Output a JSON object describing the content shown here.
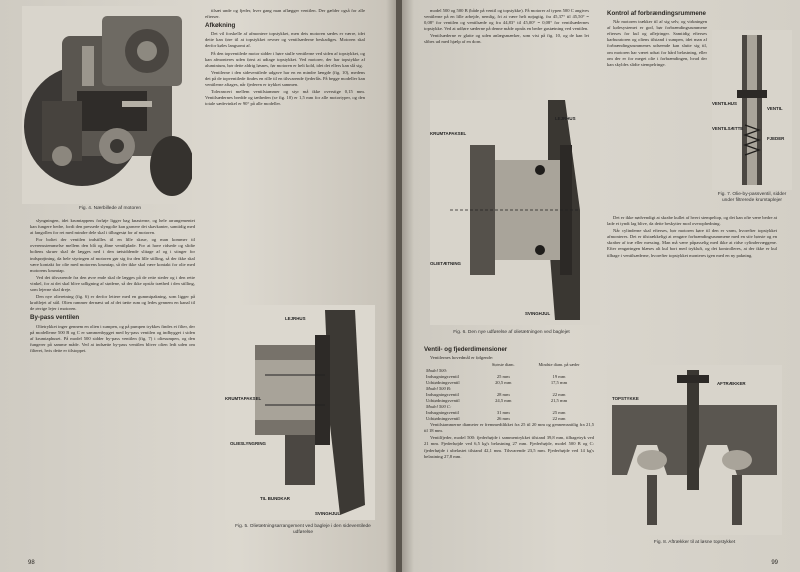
{
  "left": {
    "col1_top": {
      "fig4_caption": "Fig. 4. Nærbillede af motoren"
    },
    "col1_text": [
      "slyngningen, idet krumtappens forløje ligger bag knasterne, og hele arrangementet kan fungere bedre, fordi den pressede slyngolie kan garnere det skavkanter, samtidig med at fangollen for ret med mindre dele skal i tilbagestø for af motoren.",
      "For boltet der ventilen indstilles til en lille skrue, og man kommer til overensstemmelse mellem den blå og åbne ventilplade. For at have ridsede og slidte boltens skruer skal de lægges ned i den tætsiddende slitage af og i stinger for indsprøjtning, da hele styringen af motoren gør sig fra den lille stilling, så der ikke skal være kontakt for olie med motorens krumtap, så der ikke skal være kontakt for olie med motorens krumtap.",
      "Ved det tilsvarende fra den øvre ende skal de lægges på de rette steder og i den rette vinkel, for at det skal blive udligning af stødene, så der ikke opstår træthed i den stilling, som lejerne skal dreje.",
      "Den nye olieretning (fig. 6) er derfor lettere med en gummipakning, som ligger på kraftlejet af stål. Olien rammer dernæst ud af det tætte rum og ledes gennem en kanal til de øvrige lejer i motoren."
    ],
    "bypass_heading": "By-pass ventilen",
    "bypass_text": [
      "Olietrykket inger gennem en olien i sumpen, og på pumpen trykkes findes et filter, der på modellerne 500 B og C er sammenbygget med by-pass ventilen og indbygget i siden af krumtaphuset. På model 500 sidder by-pass ventilen (fig. 7) i oliesumpen, og den fungerer på samme måde. Ved at indsætte by-pass ventilen bliver olien ledt uden om filteret, hvis dette er tilstoppet."
    ],
    "col2_top": [
      "tilsæt unde og fjeder, hver gang man aflægger ventilen. Der gælder også for alle efterser."
    ],
    "afkoling_heading": "Afkøkning",
    "col2_text": [
      "Det vil forskelle af afmontere topstykket, men dets motoren sædes er værre, idet dette kan føre til at topstykket revner og ventilsæderne beskadiges. Motoren skal derfor køles langsomt af.",
      "På den topventilede motor sidder i høre stulle ventilerne ved siden af topstykket, og kan afmonteres uden først at udtage topstykket. Ved motorer, der har topstykke af aluminium, bør dette aldrig løsnes, før motoren er helt kold, idet det ellers kan slå sig.",
      "Ventilerne i den sideventilede udgave har en en mindre længde (fig. 10), medens det på de topventilede findes en rille til en tilsvarende fjederlås. På begge modeller kan ventilerne aftages, når fjederen er trykket sammen.",
      "Toleranceri mellem ventilstammer og styr må ikke overstige 0,15 mm. Ventilsædernes bredde og tætheden (se fig. 10) er 1,5 mm for alle motortyper, og den totale sædevinkel er 90° på alle modeller."
    ],
    "fig5_labels": {
      "a": "LEJRHUS",
      "b": "KRUMTAPAKSEL",
      "c": "OLIESLYNGRING",
      "d": "TIL BUNDKAR",
      "e": "SVINGHJUL"
    },
    "fig5_caption": "Fig. 5. Olietætningsarrangement ved bagleje i den sideventilede udførelse",
    "page_number": "98"
  },
  "right": {
    "col1_text": [
      "model 500 og 500 B (både på ventil og topstykke). På motorer af typen 500 C angives ventilerne på en lille arbejde, nemlig, fri at være helt nøjagtig, fra 45,37° til 45,50° = 0,08° for ventilen og ventilsæde og fra 44,83° til 45,00° = 0,08° for ventilsædernes topstykke. Ved at udføre sæderne på denne måde opnås en bedre gastætning ved ventilen.",
      "Ventilsæderne er glatte og uden anlægsmærker, som vist på fig. 10, og de kan let slibes ud med hjælp af en dorn."
    ],
    "fig6_labels": {
      "a": "LEJRHUS",
      "b": "KRUMTAPAKSEL",
      "c": "OLIETÆTNING",
      "d": "SVINGHJUL"
    },
    "fig6_caption": "Fig. 6. Den nye udførelse af olietætningen ved baglejet",
    "valve_heading": "Ventil- og fjederdimensioner",
    "valve_intro": "Ventilernes hovedmål er følgende:",
    "table_headers": [
      "",
      "Største diam.",
      "Mindste diam. på sæder"
    ],
    "table_rows": [
      {
        "model": "Model 500:",
        "label": "",
        "a": "",
        "b": ""
      },
      {
        "model": "",
        "label": "Indsugningsventil",
        "a": "25 mm",
        "b": "19 mm"
      },
      {
        "model": "",
        "label": "Udstødningsventil",
        "a": "20,5 mm",
        "b": "17,5 mm"
      },
      {
        "model": "Model 500 B:",
        "label": "",
        "a": "",
        "b": ""
      },
      {
        "model": "",
        "label": "Indsugningsventil",
        "a": "28 mm",
        "b": "22 mm"
      },
      {
        "model": "",
        "label": "Udstødningsventil",
        "a": "24,5 mm",
        "b": "21,5 mm"
      },
      {
        "model": "Model 500 C:",
        "label": "",
        "a": "",
        "b": ""
      },
      {
        "model": "",
        "label": "Indsugningsventil",
        "a": "31 mm",
        "b": "25 mm"
      },
      {
        "model": "",
        "label": "Udstødningsventil",
        "a": "26 mm",
        "b": "22 mm"
      }
    ],
    "valve_after": [
      "Ventilstammerne diameter er fremmedtlikket fra 25 til 20 mm og gennemsnitlig fra 21,5 til 18 mm.",
      "Ventilfjeder, model 500: fjederhøjde i sammentrykket tilstand 39,8 mm, tilbagetryk ved 21 mm. Fjederhøjde ved 6,5 kg's belastning 27 mm. Fjederhøjde, model 500 B og C: fjederhøjde i ubelastet tilstand 42,1 mm. Tilsvarende 23,5 mm. Fjederhøjde ved 14 kg's belastning 27,8 mm."
    ],
    "control_heading": "Kontrol af forbrændingsrummene",
    "control_text": [
      "Når motoren trækker til af sig selv, og virkningen af kølesystemet er god, bør forbrændingsrummene efterses for kul og aflejringer. Samtidig efterses karburatoren og oliens tilstand i sumpen, idet man af forbrændingsrummenes udseende kan slutte sig til, om motoren har været udsat for hård belastning, eller om der er for meget olie i forbrændingen, hvad der kan skyldes slidte stempelringe.",
      "Det er ikke nødvendigt at skrabe kullet af hvert stempeltop, og det kan ofte være bedre at lade et tyndt lag blive, da dette beskytter mod overophedning.",
      "Når cylinderne skal efterses, bør motoren køre til den er varm, hvorefter topstykket afmonteres. Det er tilstrækkeligt at rengøre forbrændingsrummene med en stiv børste og en skraber af træ eller messing. Man må være påpasselig med ikke at ridse cylindervæggene. Efter rengøringen blæses alt kul bort med trykluft, og det kontrolleres, at der ikke er kul tilbage i ventilsæderne, hvorefter topstykket monteres igen med en ny pakning."
    ],
    "fig7_labels": {
      "a": "VENTILHUS",
      "b": "VENTILSÆTTE",
      "c": "VENTIL",
      "d": "FJEDER"
    },
    "fig7_caption": "Fig. 7. Olie-by-passventil, sidder under filtrerede krumtaplejer",
    "fig8_labels": {
      "a": "TOPSTYKKE",
      "b": "AFTRÆKKER"
    },
    "fig8_caption": "Fig. 8. Aftrækker til at løsne topstykket",
    "page_number": "99"
  }
}
